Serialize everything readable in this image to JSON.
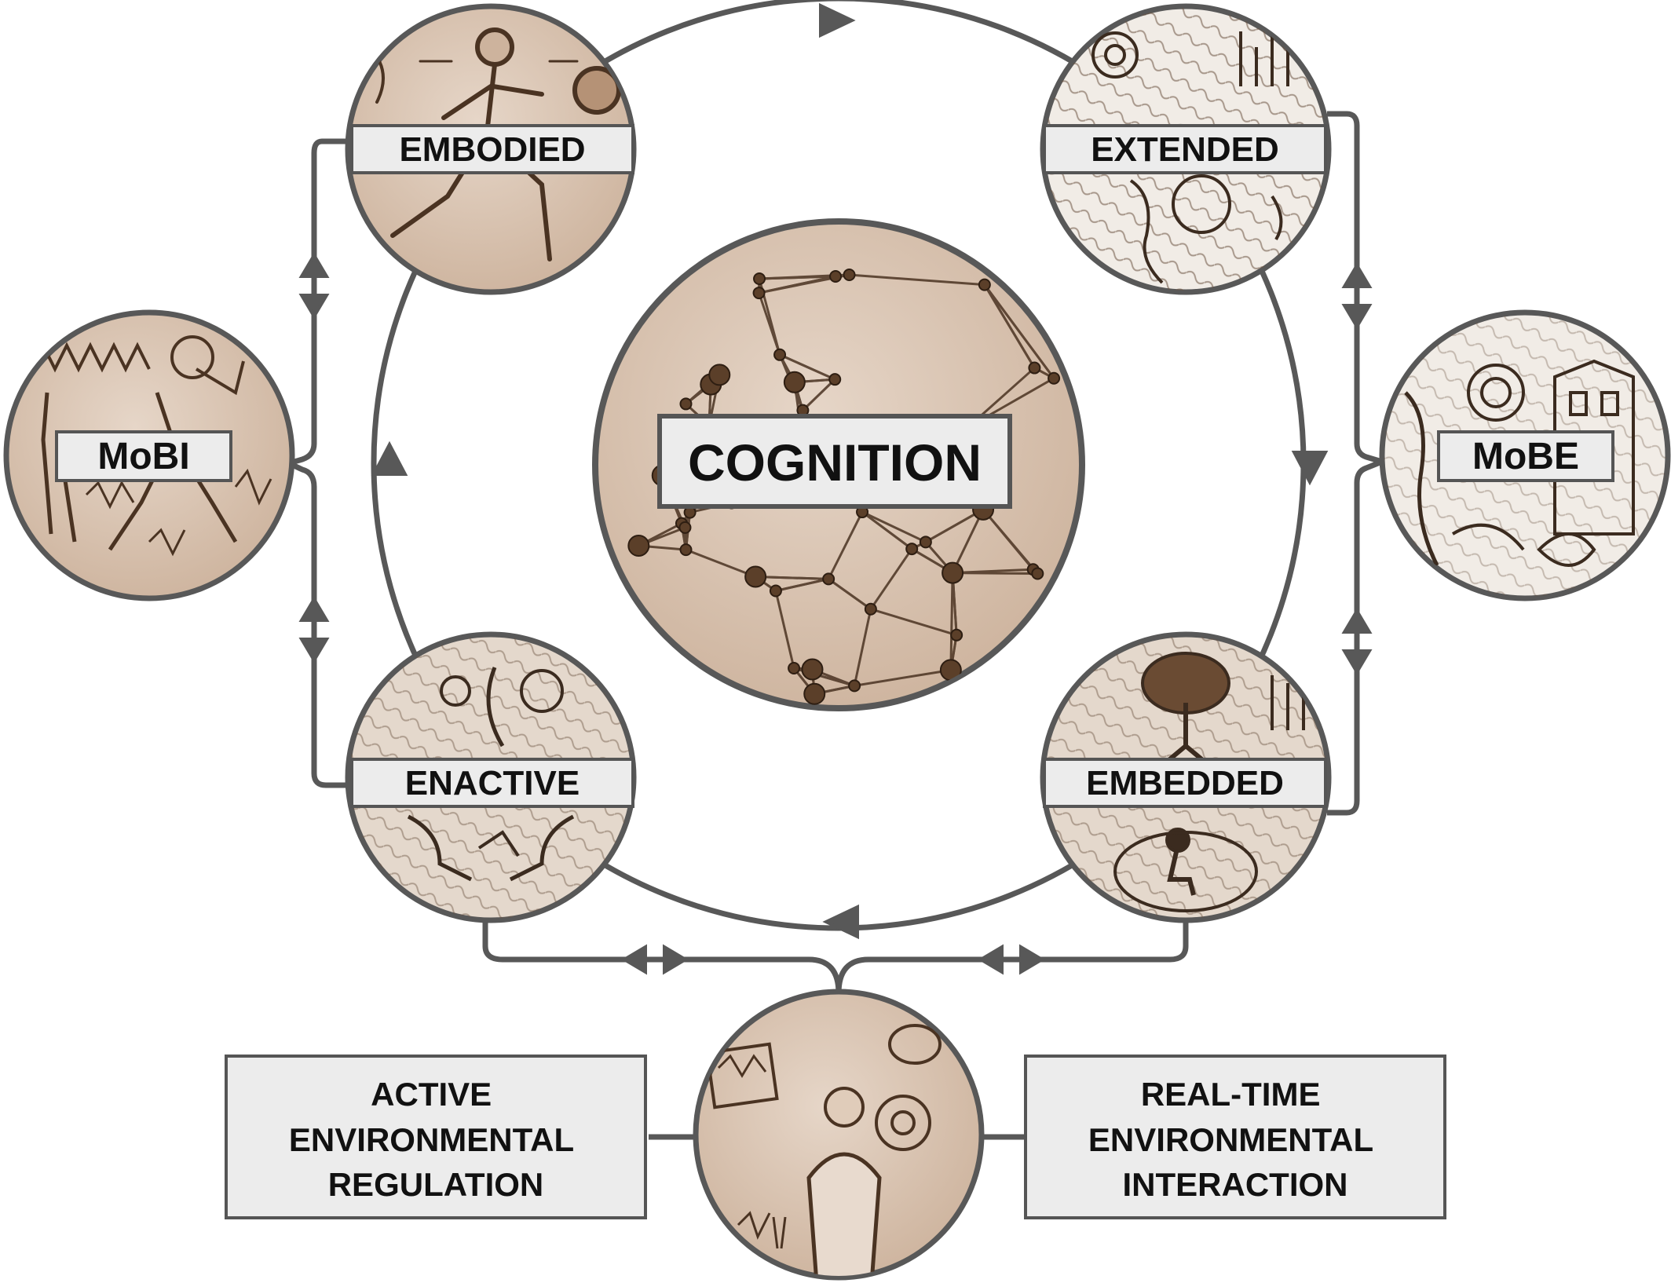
{
  "colors": {
    "line": "#585858",
    "circle_fill": "#d8c3b1",
    "circle_fill_light": "#f1ece6",
    "ink": "#5a3d26",
    "label_box": "#ececec",
    "label_border": "#555555",
    "text": "#111111"
  },
  "center": {
    "label": "COGNITION"
  },
  "nodes": {
    "embodied": {
      "label": "EMBODIED"
    },
    "extended": {
      "label": "EXTENDED"
    },
    "enactive": {
      "label": "ENACTIVE"
    },
    "embedded": {
      "label": "EMBEDDED"
    },
    "mobi": {
      "label": "MoBI"
    },
    "mobe": {
      "label": "MoBE"
    }
  },
  "bottom_left": {
    "lines": [
      "ACTIVE",
      "ENVIRONMENTAL",
      "REGULATION"
    ]
  },
  "bottom_right": {
    "lines": [
      "REAL-TIME",
      "ENVIRONMENTAL",
      "INTERACTION"
    ]
  },
  "icons": {
    "center": "neural-network-illustration",
    "embodied": "running-figure-illustration",
    "extended": "head-with-tools-illustration",
    "enactive": "two-faces-interaction-illustration",
    "embedded": "tree-and-person-illustration",
    "mobi": "brain-body-signals-illustration",
    "mobe": "city-environment-illustration",
    "bottom": "person-with-lab-equipment-illustration"
  }
}
